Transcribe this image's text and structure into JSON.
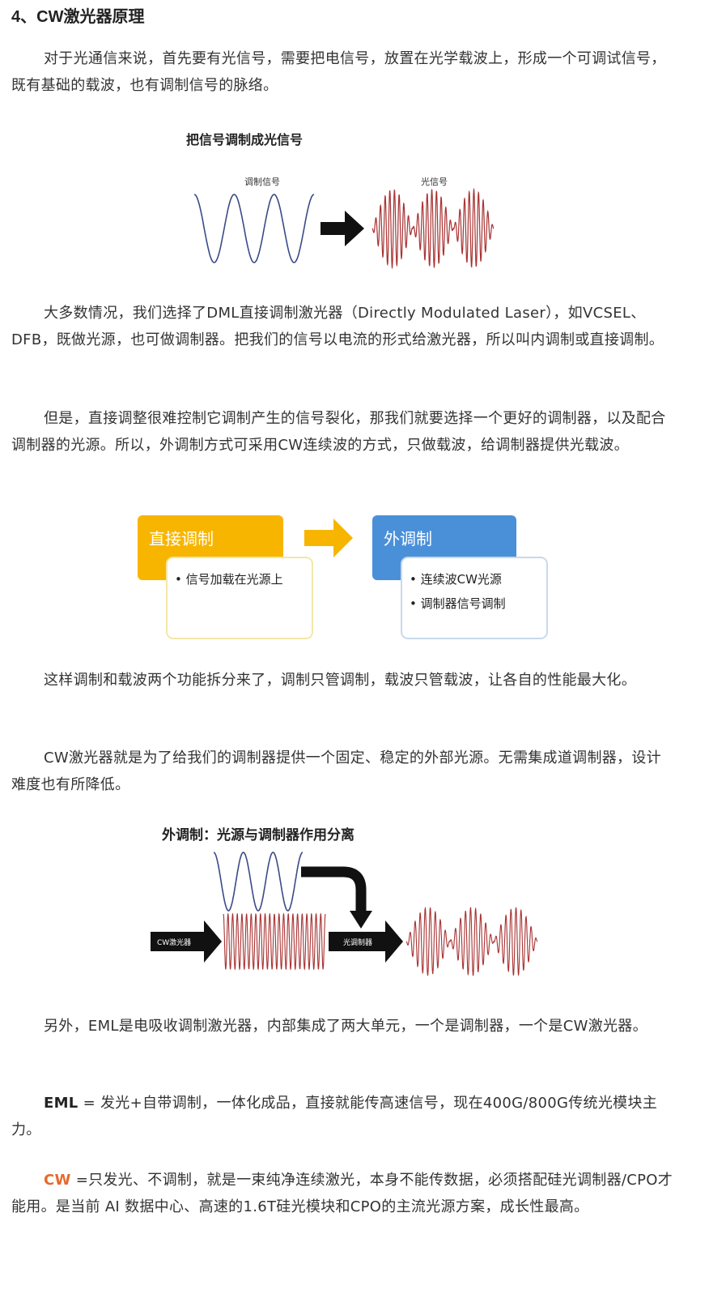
{
  "heading": "4、CW激光器原理",
  "paragraphs": {
    "p1": "对于光通信来说，首先要有光信号，需要把电信号，放置在光学载波上，形成一个可调试信号，既有基础的载波，也有调制信号的脉络。",
    "p2": "大多数情况，我们选择了DML直接调制激光器（Directly Modulated Laser），如VCSEL、DFB，既做光源，也可做调制器。把我们的信号以电流的形式给激光器，所以叫内调制或直接调制。",
    "p3": "但是，直接调整很难控制它调制产生的信号裂化，那我们就要选择一个更好的调制器，以及配合调制器的光源。所以，外调制方式可采用CW连续波的方式，只做载波，给调制器提供光载波。",
    "p4": "这样调制和载波两个功能拆分来了，调制只管调制，载波只管载波，让各自的性能最大化。",
    "p5": "CW激光器就是为了给我们的调制器提供一个固定、稳定的外部光源。无需集成道调制器，设计难度也有所降低。",
    "p6": "另外，EML是电吸收调制激光器，内部集成了两大单元，一个是调制器，一个是CW激光器。",
    "p7_term": "EML",
    "p7_text": " = 发光+自带调制，一体化成品，直接就能传高速信号，现在400G/800G传统光模块主力。",
    "p8_term": "CW",
    "p8_text": " =只发光、不调制，就是一束纯净连续激光，本身不能传数据，必须搭配硅光调制器/CPO才能用。是当前 AI 数据中心、高速的1.6T硅光模块和CPO的主流光源方案，成长性最高。"
  },
  "figure1": {
    "title": "把信号调制成光信号",
    "left_label": "调制信号",
    "right_label": "光信号"
  },
  "figure2": {
    "left_title": "直接调制",
    "left_bullets": [
      "• 信号加载在光源上"
    ],
    "right_title": "外调制",
    "right_bullets": [
      "• 连续波CW光源",
      "• 调制器信号调制"
    ]
  },
  "figure3": {
    "title": "外调制：光源与调制器作用分离",
    "arrow1_label": "CW激光器",
    "arrow2_label": "光调制器"
  },
  "colors": {
    "heading": "#222222",
    "text": "#333333",
    "accent_orange": "#e66a2c",
    "wave_blue": "#3b4a86",
    "wave_red": "#a83232",
    "box_yellow": "#f7b500",
    "box_blue": "#4a90d9",
    "arrow_orange": "#f7b500"
  }
}
